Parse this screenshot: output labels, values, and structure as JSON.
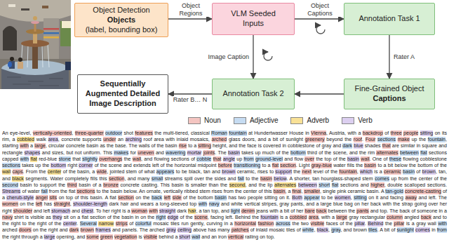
{
  "diagram": {
    "nodes": [
      {
        "text": [
          "Object Detection",
          "Objects",
          "(label, bounding box)"
        ]
      },
      {
        "text": [
          "VLM Seeded Inputs"
        ]
      },
      {
        "text": [
          "Annotation Task 1"
        ]
      },
      {
        "text": [
          "Fine-Grained Object",
          "Captions"
        ]
      },
      {
        "text": [
          "Annotation Task 2"
        ]
      },
      {
        "text": [
          "Sequentially Augmented Detailed Image Description"
        ]
      }
    ],
    "edges": [
      {
        "from": 0,
        "to": 1,
        "label": "Object Regions",
        "arrow": "to"
      },
      {
        "from": 1,
        "to": 2,
        "label": "Object Captions",
        "arrow": "to"
      },
      {
        "from": 2,
        "to": 3,
        "label": "Rater A",
        "arrow": "to"
      },
      {
        "from": 3,
        "to": 4,
        "arrow": "to"
      },
      {
        "from": 1,
        "to": 4,
        "label": "Image Caption",
        "arrow": "to"
      },
      {
        "from": 4,
        "to": 5,
        "label": "Rater B… N",
        "arrow": "to"
      }
    ],
    "labels": [
      "An eye-level, vertically-oriented, three-quarter outdoor shot features the multi-tiered, classical Roman fountain at Hundertwasser House in Vienna, Austria, with a backdrop of three people sitting on its rim, a cobbled walk area, concrete supports under an arching roof area with inlaid mosaics, arched glass doors, and a bit of sunlight greenery beyond the roof. Four sections make up the fountain, starting with a large, circular concrete basin as the base. The walls of the basin rise to a sitting height, and the face is covered in cobblestone of gray and dark blue shades that are similar in square and rectangle shapes and sizes, but not uniform. This makes for uneven and wavering mortar joints. The basin takes up much of the bottom third of the scene, and the rim alternates between flat sections capped with flat red-blue stone that slightly overhangs the wall, and flowing sections of cobble that angle up from ground-level and flow over the top of the basin wall. One of these flowing cobblestone sections takes up the bottom right corner of the scene and extends left of the horizontal midpoint before transitioning to a flat section. Light gray-blue water fills the basin to a bit below the bottom of the wall caps. From the center of the basin, a wide, jointed stem of what appears to be black, tan and brown ceramic, rises to support the next level of the fountain, which is a ceramic basin of brown, tan, and black segments. Water completely fills this section, and many small streams spill over the sides and fall to the basin below. A shorter, tan hourglass-shaped stem comes up from the center of the second basin to support the third basin of a bronze concrete casting. This basin is smaller than the second, and the lip alternates between short flat sections and higher, double scalloped sections. Streams of water fall from the flat sections to the basin below. An ornate, vertically ribbed stem rises from the center of this basin, a final, smaller, single pink ceramic basin. A tan-gold concrete-casting of a cherub-style angel sits on top of this basin. A flat section on the back left side of the bottom basin has two people sitting on it. Both appear to be women, sitting on it and facing away and left. The women on the left has straight, shoulder-length dark hair and wears a long-sleeved top with navy and white vertical stripes, gray pants, and a large blue bag on her back with the strap going over her right shoulder and left stomach and chest. To her right is a woman with straight dark hair, a tan top, and light denim jeans with a bit of her bare back between the pants and top. The back of someone in a navy shirt is visible as they sit on a flat section of the basin in on the right edge of the scene, facing left. Behind the fountain is a cobbled area, with a large gray rectangular column angled back and to the right to the right of the center. Several narrow strips of colorful mosaic tiles run gently, curving in a horizontal fashion across the two visible faces of the pillar. Behind the pillar is a gray wall with arched doors on the right and dark brown frames and panels. The arched gray ceiling above has many patches of inlaid mosaic tiles of white, black, gray, and brown tiles. A bit of sunlight comes in from the right through a large opening, and some green vegetation is visible behind a short wall and an iron vertical railing on top."
    ],
    "legend": [
      {
        "text": "Noun",
        "color": "#f4c5c1"
      },
      {
        "text": "Adjective",
        "color": "#c6dcf2"
      },
      {
        "text": "Adverb",
        "color": "#f9e196"
      },
      {
        "text": "Verb",
        "color": "#dccff0"
      }
    ]
  }
}
